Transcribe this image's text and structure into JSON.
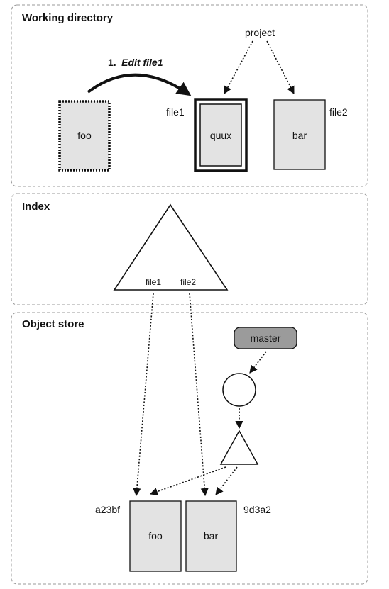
{
  "panels": {
    "working_directory": {
      "title": "Working directory"
    },
    "index": {
      "title": "Index"
    },
    "object_store": {
      "title": "Object store"
    }
  },
  "working_directory": {
    "step_label_number": "1.",
    "step_label_text": "Edit file1",
    "project_label": "project",
    "file_foo": "foo",
    "file_quux": "quux",
    "file_bar": "bar",
    "file1_label": "file1",
    "file2_label": "file2"
  },
  "index": {
    "entry_file1": "file1",
    "entry_file2": "file2"
  },
  "object_store": {
    "branch_label": "master",
    "blob_foo": "foo",
    "blob_bar": "bar",
    "hash_foo": "a23bf",
    "hash_bar": "9d3a2"
  },
  "colors": {
    "file_fill": "#e3e3e3",
    "master_fill": "#9b9b9b",
    "panel_border": "#9a9a9a"
  }
}
